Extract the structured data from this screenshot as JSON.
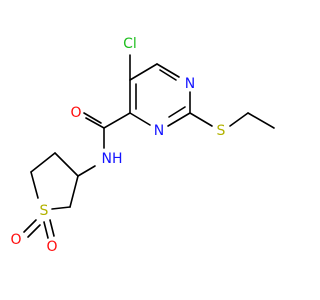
{
  "colors": {
    "carbon": "#000000",
    "nitrogen": "#1414ff",
    "oxygen": "#ff0d0d",
    "sulfur": "#b2b200",
    "chlorine": "#1fbf1f"
  },
  "atoms": {
    "cl": "Cl",
    "n1": "N",
    "n2": "N",
    "s_thio": "S",
    "o_amide": "O",
    "nh": "NH",
    "s_ring": "S",
    "o1": "O",
    "o2": "O"
  }
}
